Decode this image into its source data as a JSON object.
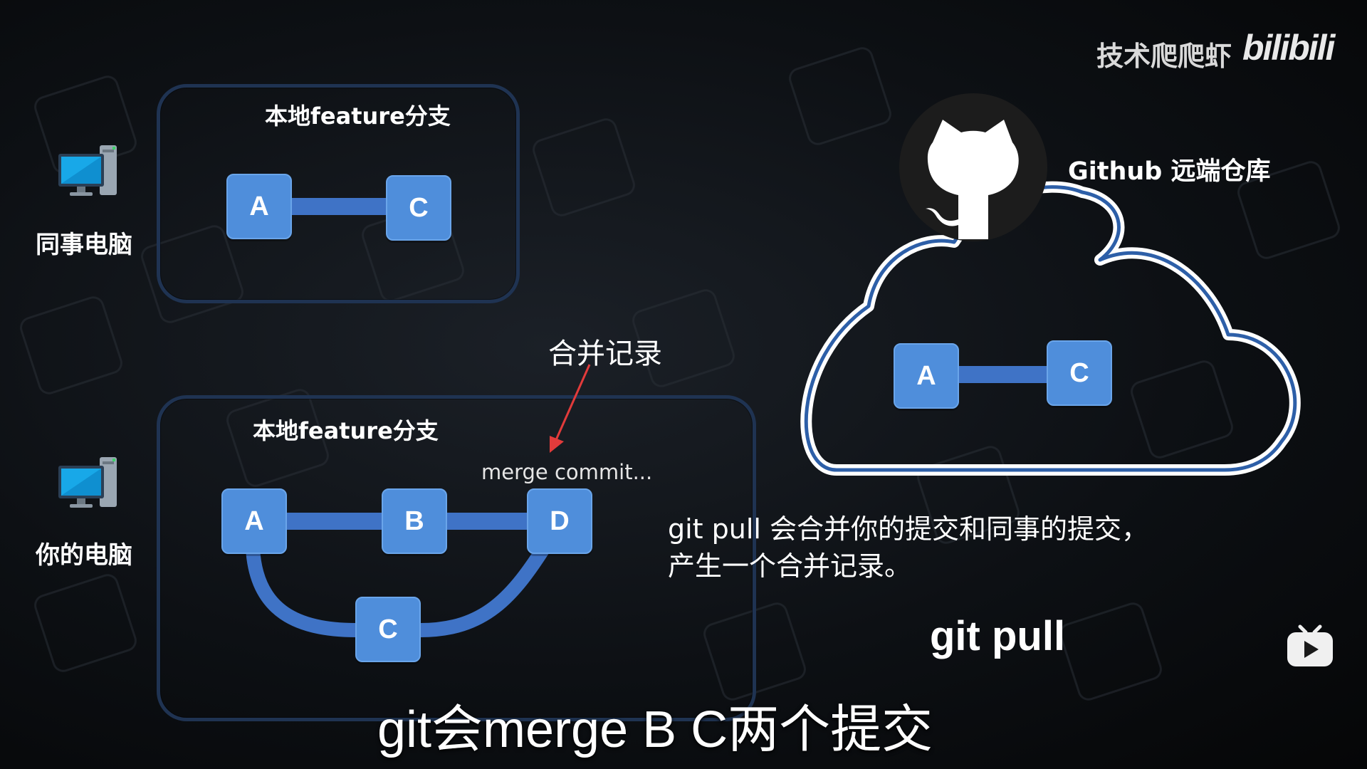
{
  "watermark": {
    "channel": "技术爬爬虾",
    "platform": "bilibili"
  },
  "top_panel": {
    "device_label": "同事电脑",
    "branch_label": "本地feature分支",
    "commits": [
      "A",
      "C"
    ]
  },
  "bottom_panel": {
    "device_label": "你的电脑",
    "branch_label": "本地feature分支",
    "commits": [
      "A",
      "B",
      "D",
      "C"
    ],
    "merge_note": "merge commit...",
    "annotation": "合并记录"
  },
  "remote": {
    "label": "Github 远端仓库",
    "commits": [
      "A",
      "C"
    ]
  },
  "explanation": {
    "line1": "git pull 会合并你的提交和同事的提交，",
    "line2": "产生一个合并记录。"
  },
  "command": "git pull",
  "subtitle": "git会merge B C两个提交",
  "colors": {
    "node": "#4f8edb",
    "edge": "#3f73c6",
    "panel_border": "#1f3352",
    "arrow": "#e23b3b"
  },
  "icons": [
    "computer-icon",
    "github-octocat-icon",
    "cloud-shape",
    "tv-play-icon"
  ]
}
